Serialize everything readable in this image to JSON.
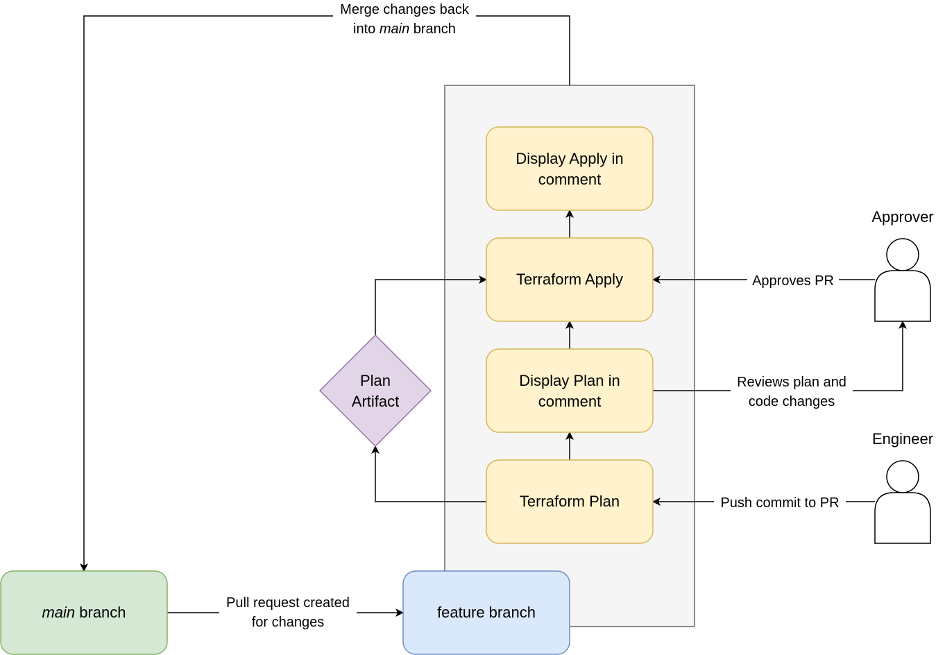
{
  "nodes": {
    "display_apply": {
      "line1": "Display Apply in",
      "line2": "comment"
    },
    "terraform_apply": {
      "label": "Terraform Apply"
    },
    "display_plan": {
      "line1": "Display Plan in",
      "line2": "comment"
    },
    "terraform_plan": {
      "label": "Terraform Plan"
    },
    "plan_artifact": {
      "line1": "Plan",
      "line2": "Artifact"
    },
    "main_branch": {
      "emphasis": "main",
      "rest": " branch"
    },
    "feature_branch": {
      "label": "feature branch"
    }
  },
  "actors": {
    "approver": {
      "label": "Approver"
    },
    "engineer": {
      "label": "Engineer"
    }
  },
  "edges": {
    "merge": {
      "line1": "Merge changes back",
      "line2_pre": "into ",
      "line2_em": "main",
      "line2_post": " branch"
    },
    "approves": {
      "label": "Approves PR"
    },
    "reviews": {
      "line1": "Reviews plan and",
      "line2": "code changes"
    },
    "push": {
      "label": "Push commit to PR"
    },
    "pull_request": {
      "line1": "Pull request created",
      "line2": "for changes"
    }
  },
  "colors": {
    "yellow_fill": "#fff2cc",
    "yellow_stroke": "#d6b656",
    "purple_fill": "#e1d5e7",
    "purple_stroke": "#9673a6",
    "green_fill": "#d5e8d4",
    "green_stroke": "#82b366",
    "blue_fill": "#dae8fc",
    "blue_stroke": "#6c8ebf",
    "container_fill": "#f5f5f5",
    "container_stroke": "#666666"
  }
}
